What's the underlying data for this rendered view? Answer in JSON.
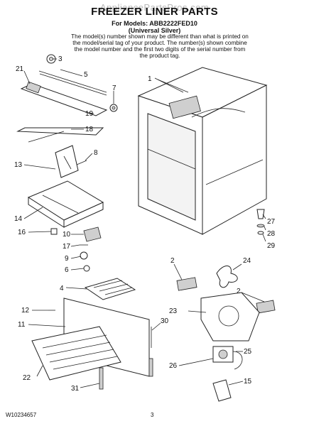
{
  "watermark": "AppliancePartsPros.com",
  "title": "FREEZER LINER PARTS",
  "models_line": "For Models: ABB2222FED10",
  "variant_line": "(Universal Silver)",
  "description": "The model(s) number shown may be different than what is printed on the model/serial tag of your product. The number(s) shown combine the model number and the first two digits of the serial number from the product tag.",
  "footer": {
    "doc_number": "W10234657",
    "page_number": "3"
  },
  "callouts": [
    "1",
    "2",
    "2",
    "3",
    "4",
    "5",
    "6",
    "7",
    "8",
    "9",
    "10",
    "11",
    "12",
    "13",
    "14",
    "15",
    "16",
    "17",
    "18",
    "19",
    "21",
    "22",
    "23",
    "24",
    "25",
    "26",
    "27",
    "28",
    "29",
    "30",
    "31"
  ]
}
